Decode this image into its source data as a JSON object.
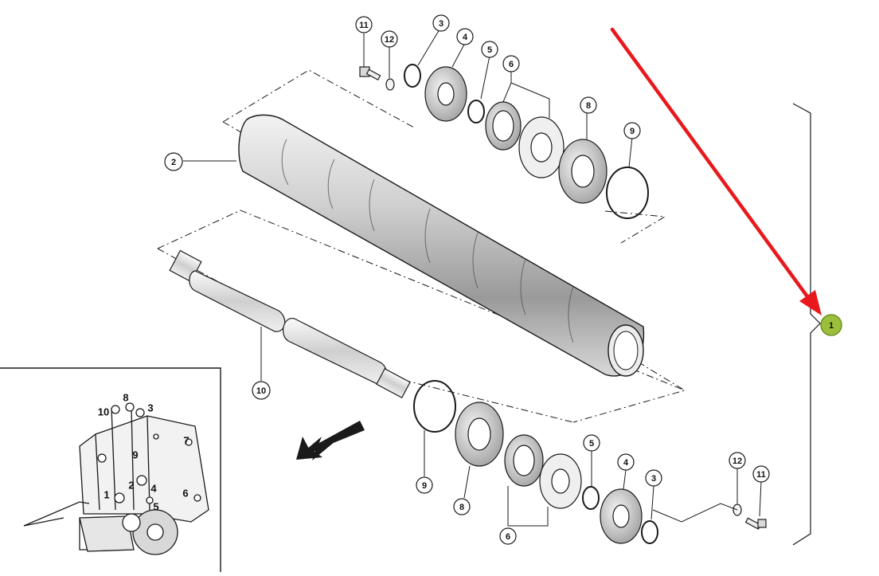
{
  "diagram": {
    "callouts": {
      "c1": "1",
      "c2": "2",
      "c3_top": "3",
      "c4_top": "4",
      "c5_top": "5",
      "c6_top": "6",
      "c8_top": "8",
      "c9_top": "9",
      "c10": "10",
      "c11_top": "11",
      "c12_top": "12",
      "c3_bot": "3",
      "c4_bot": "4",
      "c5_bot": "5",
      "c6_bot": "6",
      "c8_bot": "8",
      "c9_bot": "9",
      "c11_bot": "11",
      "c12_bot": "12"
    },
    "inset_labels": {
      "l1": "1",
      "l2": "2",
      "l3": "3",
      "l4": "4",
      "l5": "5",
      "l6": "6",
      "l7": "7",
      "l8": "8",
      "l9": "9",
      "l10": "10"
    },
    "colors": {
      "line": "#1a1a1a",
      "arrow_red": "#e8191c",
      "highlight_fill": "#9bbf3a",
      "highlight_stroke": "#6e8f22"
    }
  }
}
